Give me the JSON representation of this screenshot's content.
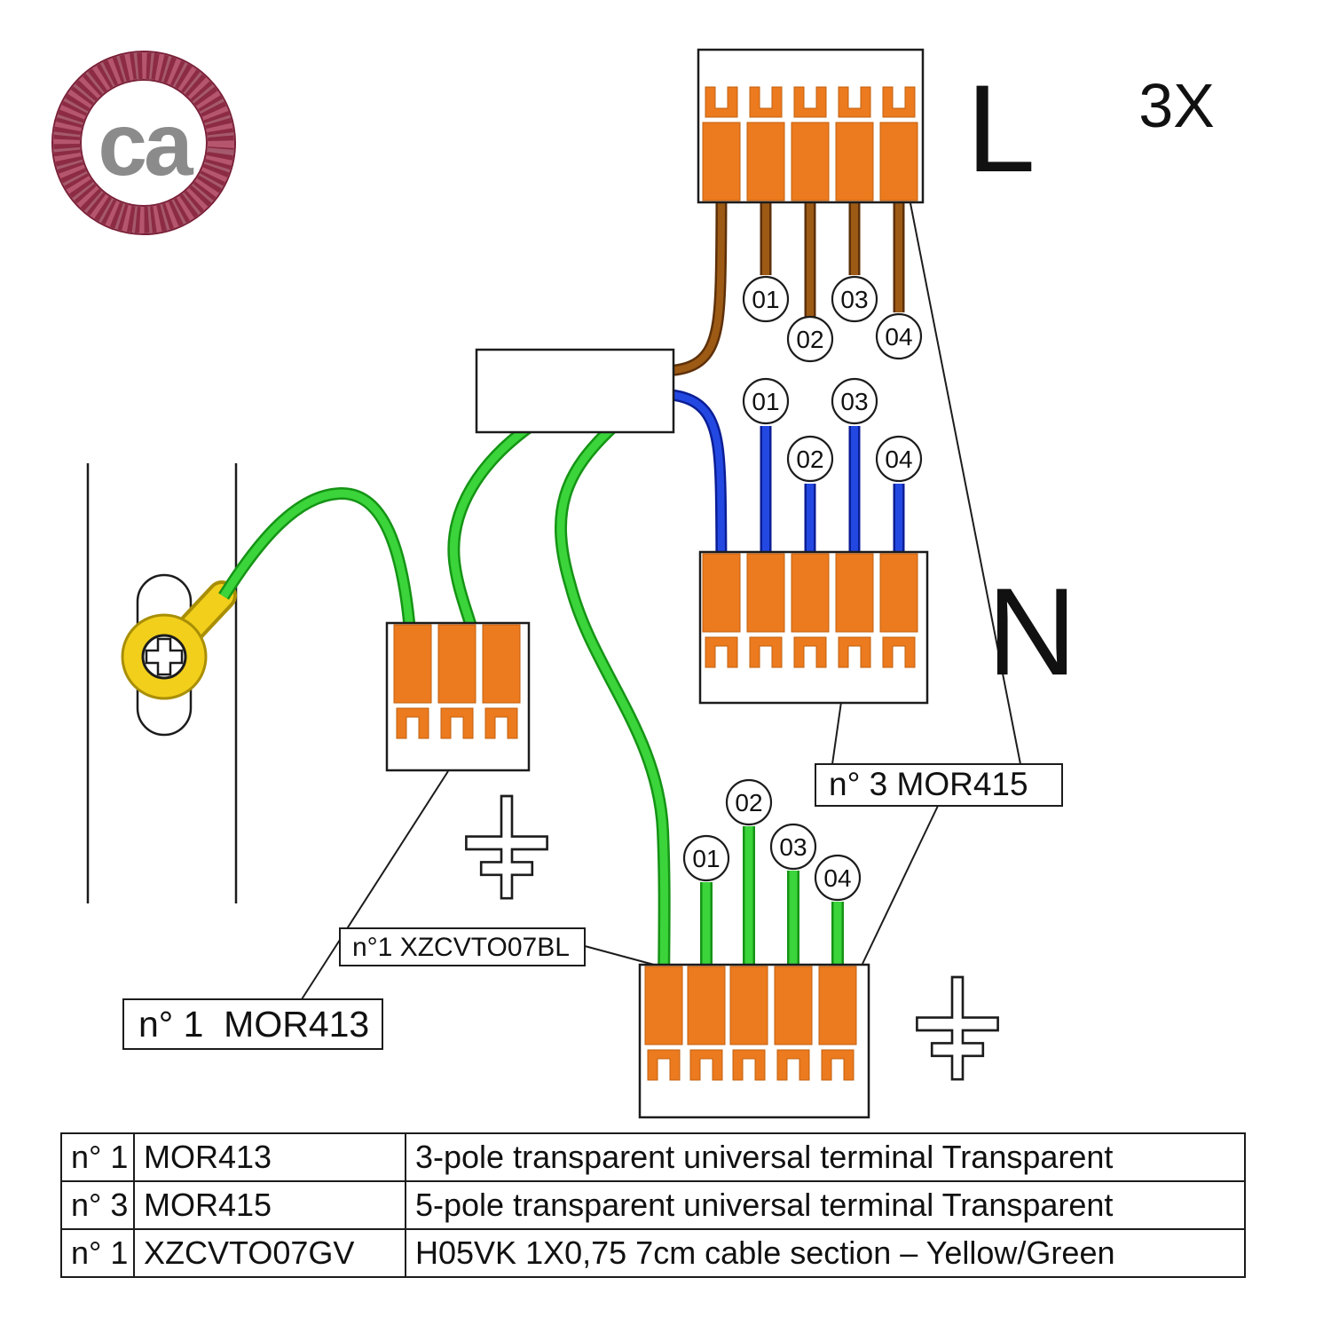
{
  "logo": {
    "text": "ca"
  },
  "annotations": {
    "quantity": "3X",
    "line": "L",
    "neutral": "N"
  },
  "wire_numbers": {
    "line": [
      "01",
      "02",
      "03",
      "04"
    ],
    "neutral": [
      "01",
      "02",
      "03",
      "04"
    ],
    "earth": [
      "01",
      "02",
      "03",
      "04"
    ]
  },
  "callouts": {
    "terminal_5pole": "n° 3 MOR415",
    "cable_section": "n°1 XZCVTO07BL",
    "terminal_3pole": "n° 1  MOR413"
  },
  "colors": {
    "terminal_orange": "#EC7A1E",
    "line_wire_brown": "#9C5A15",
    "neutral_wire_blue": "#2348E2",
    "earth_wire_green": "#3BD43B",
    "earth_lug_yellow": "#F2CF1A",
    "logo_ring": "#8C2B43",
    "logo_text": "#8B8B8B"
  },
  "table": {
    "rows": [
      {
        "qty": "n° 1",
        "code": "MOR413",
        "desc": "3-pole transparent universal terminal Transparent"
      },
      {
        "qty": "n° 3",
        "code": "MOR415",
        "desc": "5-pole transparent universal terminal Transparent"
      },
      {
        "qty": "n° 1",
        "code": "XZCVTO07GV",
        "desc": "H05VK 1X0,75 7cm cable section – Yellow/Green"
      }
    ]
  }
}
